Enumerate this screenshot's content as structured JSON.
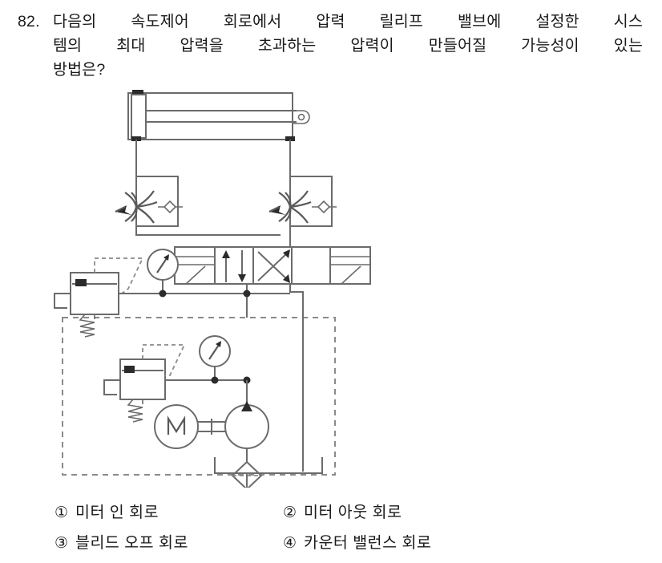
{
  "question": {
    "number": "82.",
    "line1": "다음의 속도제어 회로에서 압력 릴리프 밸브에 설정한 시스",
    "line2": "템의 최대 압력을 초과하는 압력이 만들어질 가능성이 있는",
    "line3": "방법은?"
  },
  "options": [
    {
      "marker": "①",
      "label": "미터 인 회로"
    },
    {
      "marker": "②",
      "label": "미터 아웃 회로"
    },
    {
      "marker": "③",
      "label": "블리드 오프 회로"
    },
    {
      "marker": "④",
      "label": "카운터 밸런스 회로"
    }
  ],
  "diagram": {
    "title": "hydraulic-speed-control-circuit",
    "line_color": "#6b6b6b",
    "dark_color": "#3a3a3a",
    "node_color": "#2b2b2b",
    "components": {
      "cylinder": "double-acting-cylinder",
      "flow_control_left": "flow-control-valve-with-check-valve",
      "flow_control_right": "flow-control-valve-with-check-valve",
      "directional_valve": "4-port-3-position-directional-control-valve",
      "relief_valve_upper": "pressure-relief-valve",
      "relief_valve_lower": "pressure-relief-valve",
      "gauge_upper": "pressure-gauge",
      "gauge_lower": "pressure-gauge",
      "motor": "electric-motor",
      "motor_letter": "M",
      "pump": "hydraulic-pump",
      "filter": "filter",
      "reservoir": "reservoir-tank",
      "power_unit_boundary": "dashed-enclosure"
    }
  }
}
